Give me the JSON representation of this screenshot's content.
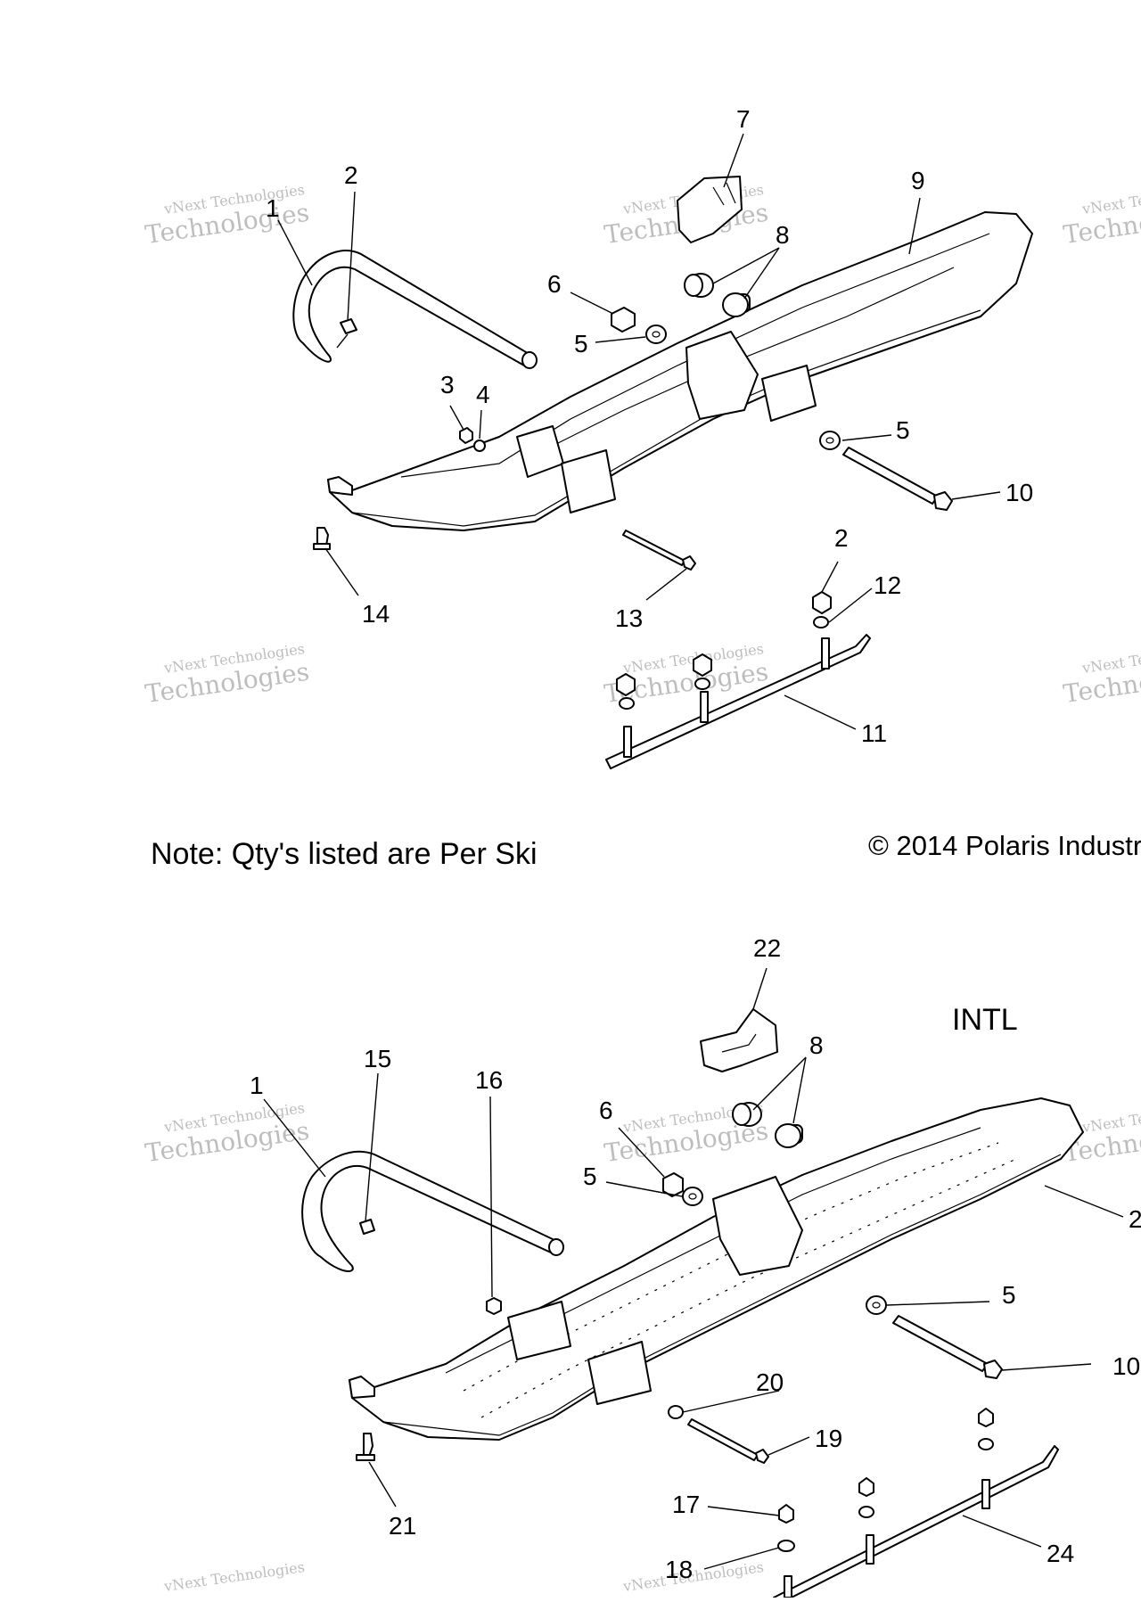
{
  "note": "Note: Qty's listed are Per Ski",
  "copyright": "© 2014 Polaris Industr",
  "intl_label": "INTL",
  "watermark": {
    "line1": "vNext Technologies",
    "line2": "Technologies",
    "line3": "vNext"
  },
  "top_callouts": [
    "1",
    "2",
    "7",
    "9",
    "8",
    "6",
    "5",
    "3",
    "4",
    "5",
    "10",
    "14",
    "13",
    "2",
    "12",
    "11"
  ],
  "bottom_callouts": [
    "22",
    "15",
    "1",
    "16",
    "8",
    "6",
    "5",
    "2",
    "5",
    "10",
    "20",
    "19",
    "21",
    "17",
    "18",
    "24"
  ]
}
